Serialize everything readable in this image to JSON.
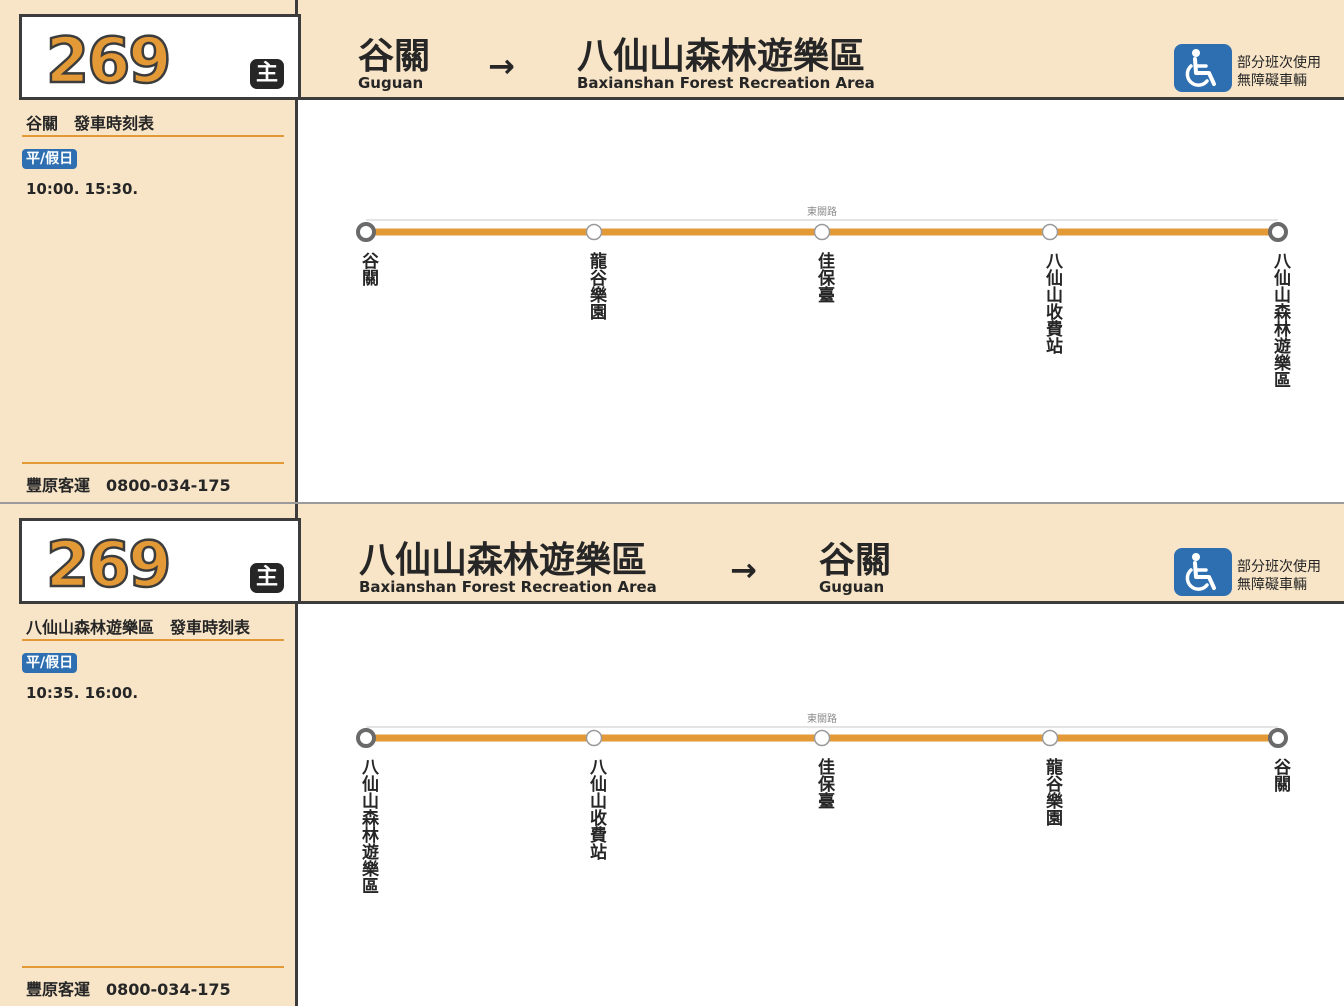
{
  "colors": {
    "band": "#f8e5c8",
    "route_line": "#e39a36",
    "dark": "#3c3c3c",
    "badge_blue": "#2d6fb0",
    "via_line": "#c8c8c8"
  },
  "icons": {
    "direction": "arrow-right-icon",
    "accessibility": "wheelchair-icon"
  },
  "panels": [
    {
      "route_number": "269",
      "route_type": "主",
      "from": {
        "zh": "谷關",
        "en": "Guguan"
      },
      "to": {
        "zh": "八仙山森林遊樂區",
        "en": "Baxianshan Forest Recreation Area"
      },
      "arrow": "→",
      "accessibility": {
        "line1": "部分班次使用",
        "line2": "無障礙車輛"
      },
      "timetable": {
        "title": "谷關　發車時刻表",
        "day_type": "平/假日",
        "times": "10:00. 15:30."
      },
      "via_label": "東關路",
      "stops": [
        "谷關",
        "龍谷樂園",
        "佳保臺",
        "八仙山收費站",
        "八仙山森林遊樂區"
      ],
      "operator": "豐原客運　0800-034-175"
    },
    {
      "route_number": "269",
      "route_type": "主",
      "from": {
        "zh": "八仙山森林遊樂區",
        "en": "Baxianshan Forest Recreation Area"
      },
      "to": {
        "zh": "谷關",
        "en": "Guguan"
      },
      "arrow": "→",
      "accessibility": {
        "line1": "部分班次使用",
        "line2": "無障礙車輛"
      },
      "timetable": {
        "title": "八仙山森林遊樂區　發車時刻表",
        "day_type": "平/假日",
        "times": "10:35. 16:00."
      },
      "via_label": "東關路",
      "stops": [
        "八仙山森林遊樂區",
        "八仙山收費站",
        "佳保臺",
        "龍谷樂園",
        "谷關"
      ],
      "operator": "豐原客運　0800-034-175"
    }
  ]
}
